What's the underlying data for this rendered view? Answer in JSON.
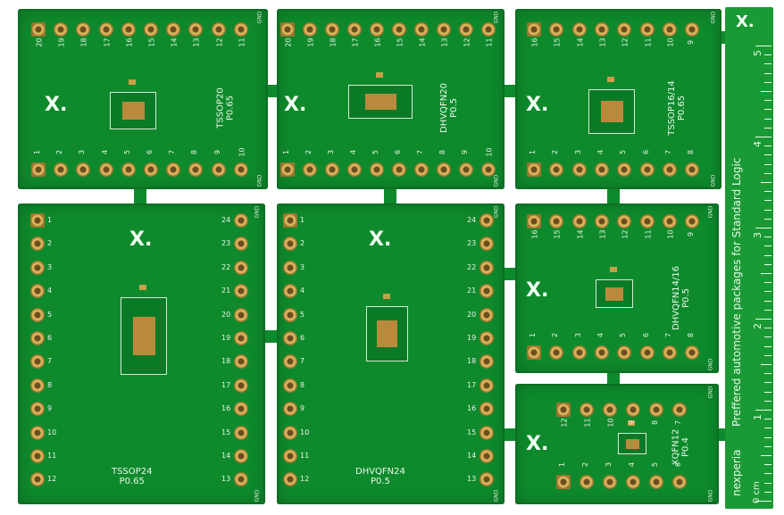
{
  "logo": "X.",
  "gnd_label": "GND",
  "boards": [
    {
      "name": "tssop20",
      "label": [
        "TSSOP20",
        "P0.65"
      ],
      "top": [
        "20",
        "19",
        "18",
        "17",
        "16",
        "15",
        "14",
        "13",
        "12",
        "11"
      ],
      "bottom": [
        "1",
        "2",
        "3",
        "4",
        "5",
        "6",
        "7",
        "8",
        "9",
        "10"
      ]
    },
    {
      "name": "dhvqfn20",
      "label": [
        "DHVQFN20",
        "P0.5"
      ],
      "top": [
        "20",
        "19",
        "18",
        "17",
        "16",
        "15",
        "14",
        "13",
        "12",
        "11"
      ],
      "bottom": [
        "1",
        "2",
        "3",
        "4",
        "5",
        "6",
        "7",
        "8",
        "9",
        "10"
      ]
    },
    {
      "name": "tssop16-14",
      "label": [
        "TSSOP16/14",
        "P0.65"
      ],
      "top": [
        "16",
        "15",
        "14",
        "13",
        "12",
        "11",
        "10",
        "9"
      ],
      "bottom": [
        "1",
        "2",
        "3",
        "4",
        "5",
        "6",
        "7",
        "8"
      ]
    },
    {
      "name": "tssop24",
      "label": [
        "TSSOP24",
        "P0.65"
      ],
      "left": [
        "1",
        "2",
        "3",
        "4",
        "5",
        "6",
        "7",
        "8",
        "9",
        "10",
        "11",
        "12"
      ],
      "right": [
        "24",
        "23",
        "22",
        "21",
        "20",
        "19",
        "18",
        "17",
        "16",
        "15",
        "14",
        "13"
      ]
    },
    {
      "name": "dhvqfn24",
      "label": [
        "DHVQFN24",
        "P0.5"
      ],
      "left": [
        "1",
        "2",
        "3",
        "4",
        "5",
        "6",
        "7",
        "8",
        "9",
        "10",
        "11",
        "12"
      ],
      "right": [
        "24",
        "23",
        "22",
        "21",
        "20",
        "19",
        "18",
        "17",
        "16",
        "15",
        "14",
        "13"
      ]
    },
    {
      "name": "dhvqfn14-16",
      "label": [
        "DHVQFN14/16",
        "P0.5"
      ],
      "top": [
        "16",
        "15",
        "14",
        "13",
        "12",
        "11",
        "10",
        "9"
      ],
      "bottom": [
        "1",
        "2",
        "3",
        "4",
        "5",
        "6",
        "7",
        "8"
      ]
    },
    {
      "name": "xqfn12",
      "label": [
        "XQFN12",
        "P0.4"
      ],
      "top": [
        "12",
        "11",
        "10",
        "9",
        "8",
        "7"
      ],
      "bottom": [
        "1",
        "2",
        "3",
        "4",
        "5",
        "6"
      ]
    }
  ],
  "ruler": {
    "brand": "nexperia",
    "unit": "0 cm",
    "caption": "Preffered automotive packages for Standard Logic",
    "marks": [
      "1",
      "2",
      "3",
      "4",
      "5"
    ]
  },
  "colors": {
    "board": "#0e8a2c",
    "pad": "#d9b25a",
    "silkscreen": "#eaf8ea",
    "background": "#ffffff"
  }
}
